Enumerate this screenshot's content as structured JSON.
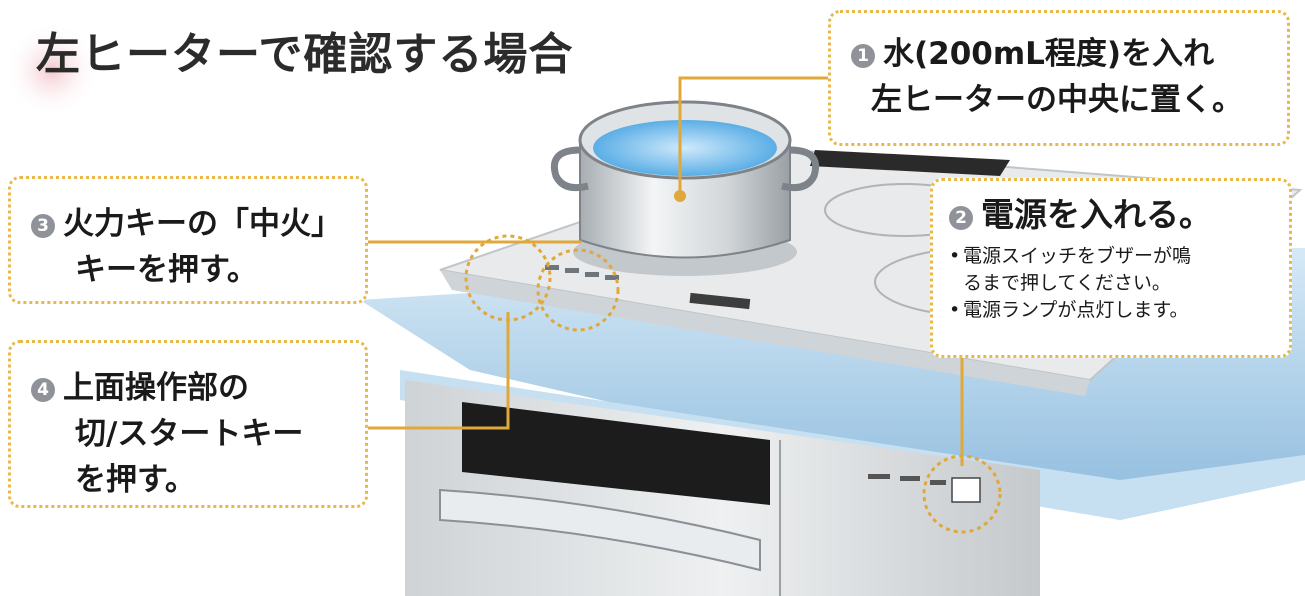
{
  "title": "左ヒーターで確認する場合",
  "callouts": {
    "step1": {
      "number": "1",
      "lines": [
        "水(200mL程度)を入れ",
        "左ヒーターの中央に置く。"
      ]
    },
    "step2": {
      "number": "2",
      "heading": "電源を入れる。",
      "bullets": [
        "電源スイッチをブザーが鳴",
        "るまで押してください。",
        "電源ランプが点灯します。"
      ]
    },
    "step3": {
      "number": "3",
      "lines": [
        "火力キーの「中火」",
        "キーを押す。"
      ]
    },
    "step4": {
      "number": "4",
      "lines": [
        "上面操作部の",
        "切/スタートキー",
        "を押す。"
      ]
    }
  },
  "colors": {
    "callout_border": "#e8b94a",
    "leader_line": "#e0a83a",
    "number_badge": "#8f9399",
    "counter_top": "#9fc8e4"
  }
}
